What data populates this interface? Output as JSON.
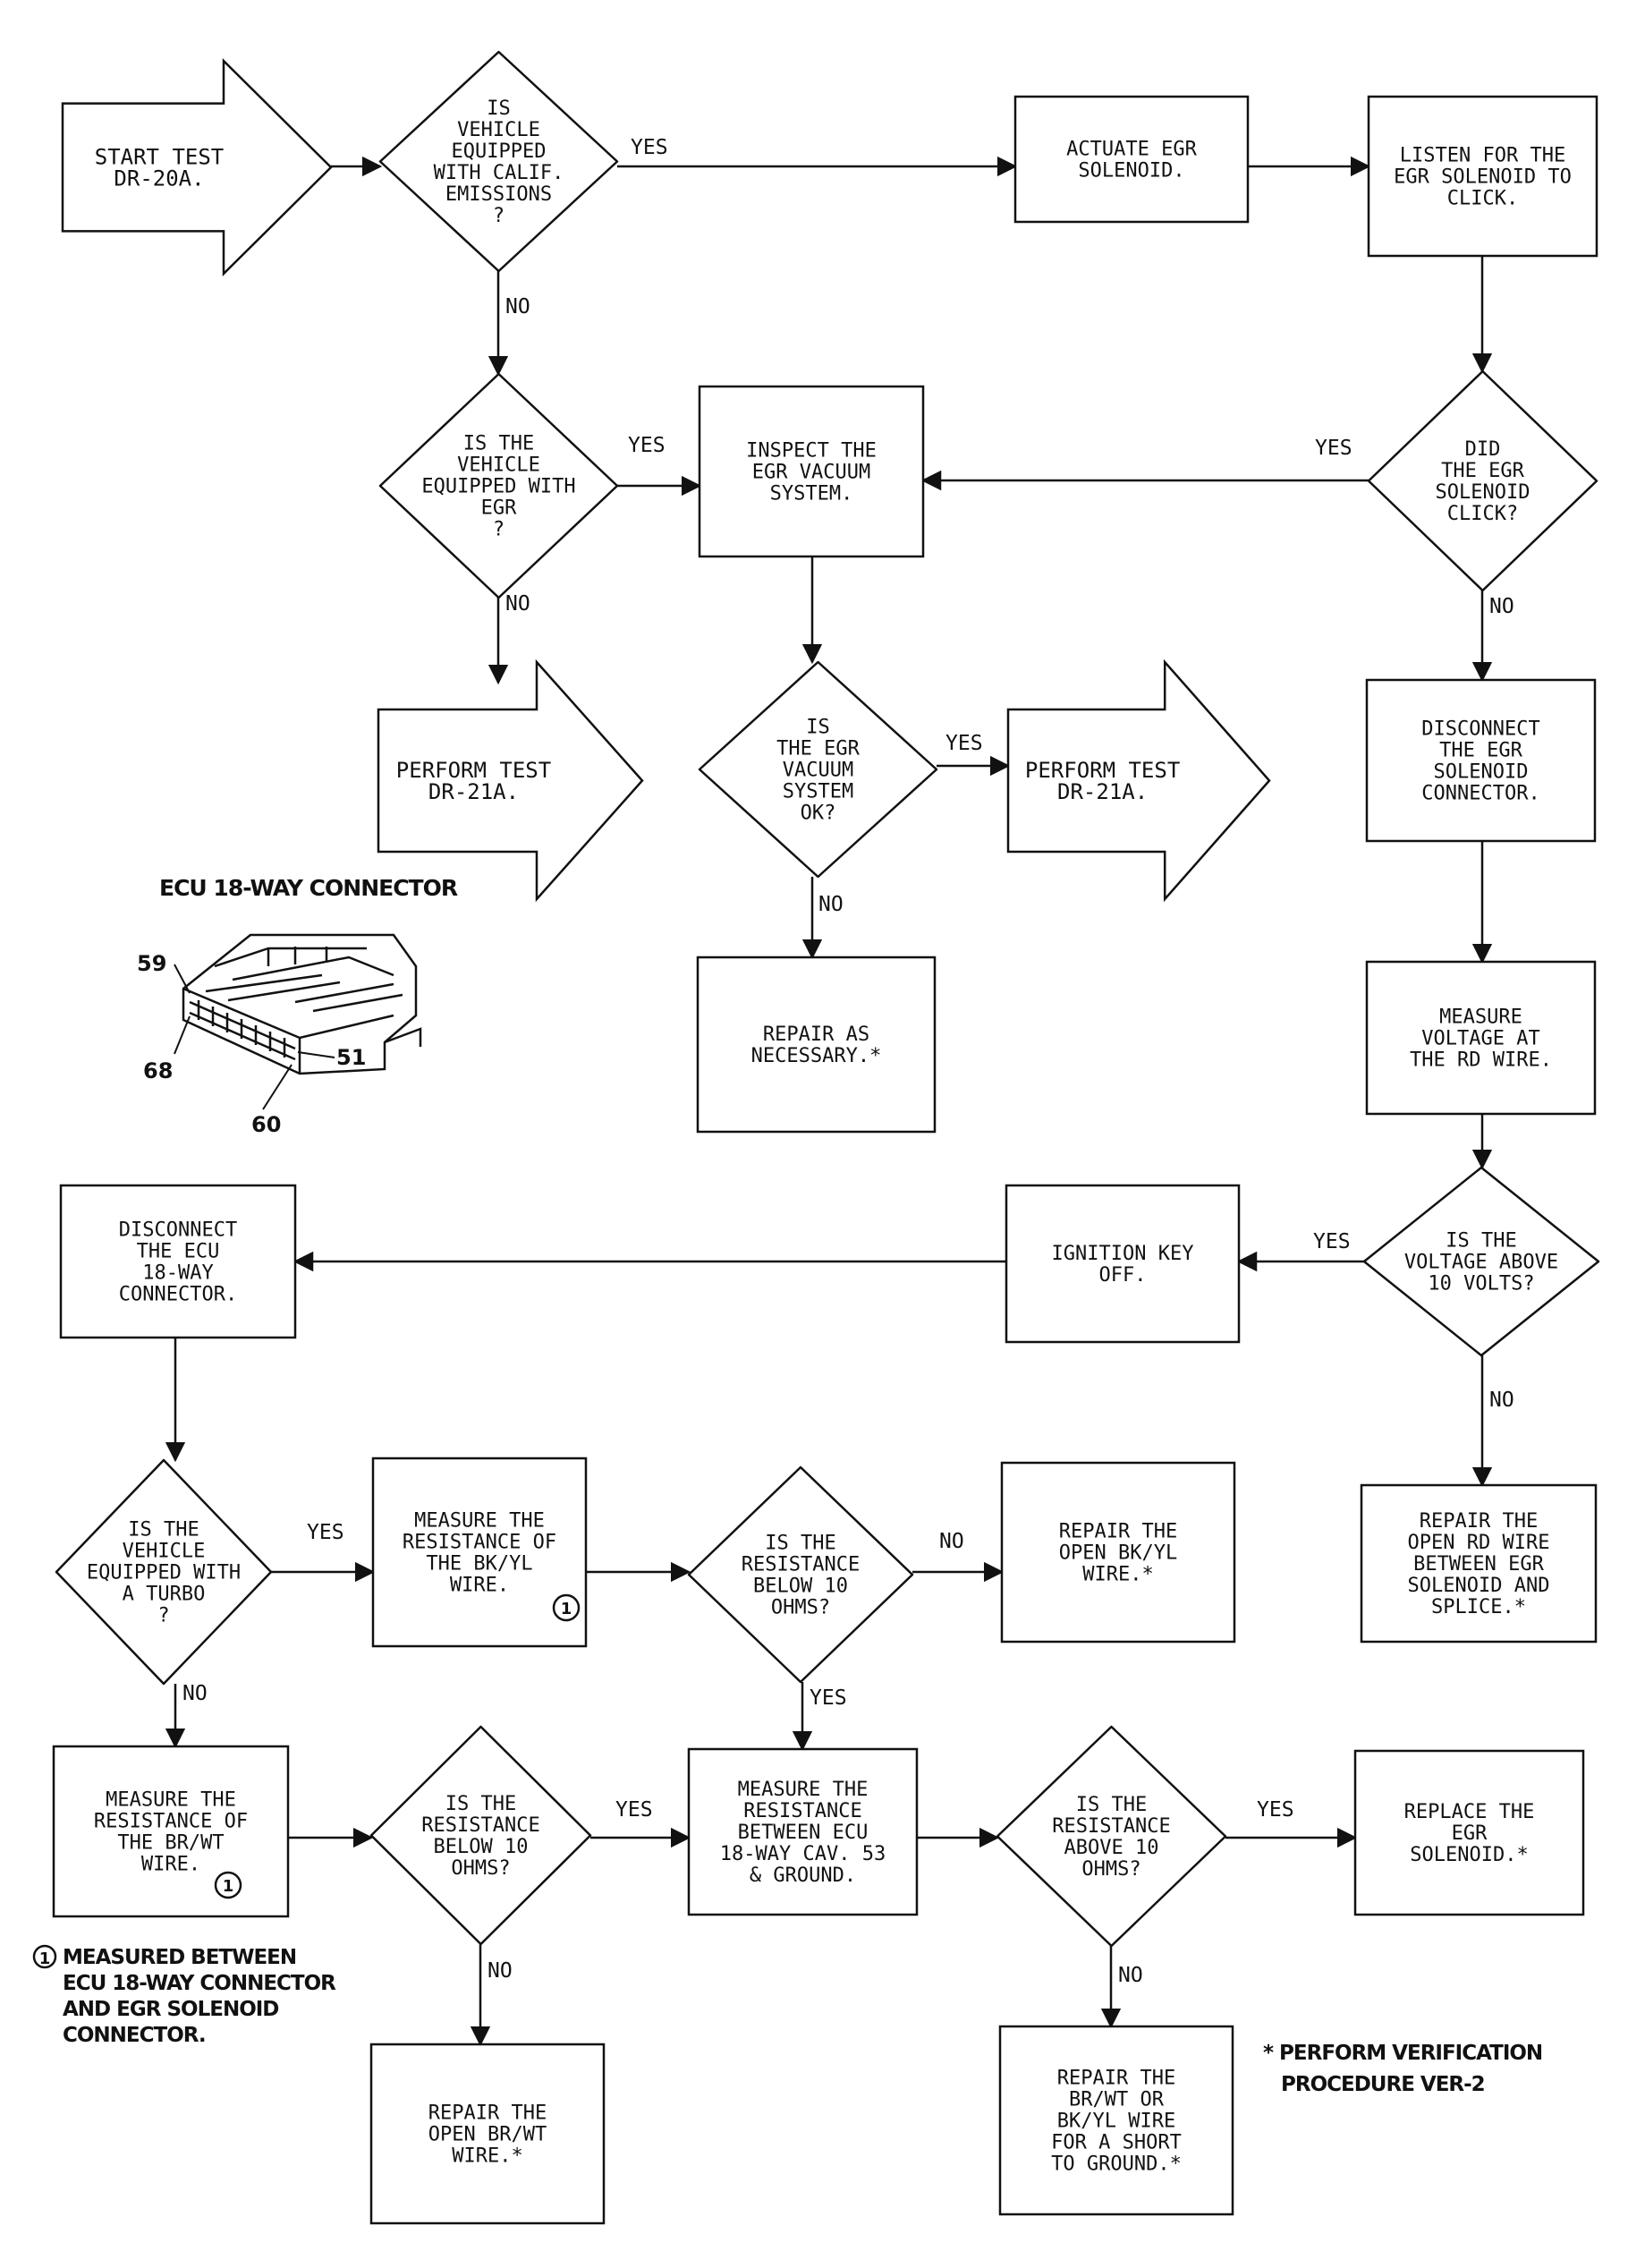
{
  "diagram": {
    "nodes": [
      {
        "id": "start",
        "shape": "arrow",
        "lines": [
          "START TEST",
          "DR-20A."
        ]
      },
      {
        "id": "d_calif",
        "shape": "diamond",
        "lines": [
          "IS",
          "VEHICLE",
          "EQUIPPED",
          "WITH CALIF.",
          "EMISSIONS",
          "?"
        ]
      },
      {
        "id": "actuate",
        "shape": "rect",
        "lines": [
          "ACTUATE EGR",
          "SOLENOID."
        ]
      },
      {
        "id": "listen",
        "shape": "rect",
        "lines": [
          "LISTEN FOR THE",
          "EGR SOLENOID TO",
          "CLICK."
        ]
      },
      {
        "id": "d_egr",
        "shape": "diamond",
        "lines": [
          "IS THE",
          "VEHICLE",
          "EQUIPPED WITH",
          "EGR",
          "?"
        ]
      },
      {
        "id": "inspect",
        "shape": "rect",
        "lines": [
          "INSPECT THE",
          "EGR VACUUM",
          "SYSTEM."
        ]
      },
      {
        "id": "d_click",
        "shape": "diamond",
        "lines": [
          "DID",
          "THE EGR",
          "SOLENOID",
          "CLICK?"
        ]
      },
      {
        "id": "perf21a_left",
        "shape": "arrow",
        "lines": [
          "PERFORM TEST",
          "DR-21A."
        ]
      },
      {
        "id": "d_vacok",
        "shape": "diamond",
        "lines": [
          "IS",
          "THE EGR",
          "VACUUM",
          "SYSTEM",
          "OK?"
        ]
      },
      {
        "id": "perf21a_right",
        "shape": "arrow",
        "lines": [
          "PERFORM TEST",
          "DR-21A."
        ]
      },
      {
        "id": "disc_egr",
        "shape": "rect",
        "lines": [
          "DISCONNECT",
          "THE EGR",
          "SOLENOID",
          "CONNECTOR."
        ]
      },
      {
        "id": "repair_nec",
        "shape": "rect",
        "lines": [
          "REPAIR AS",
          "NECESSARY.*"
        ]
      },
      {
        "id": "measure_rd",
        "shape": "rect",
        "lines": [
          "MEASURE",
          "VOLTAGE AT",
          "THE RD WIRE."
        ]
      },
      {
        "id": "disc_ecu",
        "shape": "rect",
        "lines": [
          "DISCONNECT",
          "THE ECU",
          "18-WAY",
          "CONNECTOR."
        ]
      },
      {
        "id": "ign_off",
        "shape": "rect",
        "lines": [
          "IGNITION KEY",
          "OFF."
        ]
      },
      {
        "id": "d_volt",
        "shape": "diamond",
        "lines": [
          "IS THE",
          "VOLTAGE ABOVE",
          "10 VOLTS?"
        ]
      },
      {
        "id": "repair_rd",
        "shape": "rect",
        "lines": [
          "REPAIR THE",
          "OPEN RD WIRE",
          "BETWEEN EGR",
          "SOLENOID AND",
          "SPLICE.*"
        ]
      },
      {
        "id": "d_turbo",
        "shape": "diamond",
        "lines": [
          "IS THE",
          "VEHICLE",
          "EQUIPPED WITH",
          "A TURBO",
          "?"
        ]
      },
      {
        "id": "meas_bkyl",
        "shape": "rect",
        "lines": [
          "MEASURE THE",
          "RESISTANCE OF",
          "THE BK/YL",
          "WIRE."
        ]
      },
      {
        "id": "d_res1",
        "shape": "diamond",
        "lines": [
          "IS THE",
          "RESISTANCE",
          "BELOW 10",
          "OHMS?"
        ]
      },
      {
        "id": "repair_bkyl",
        "shape": "rect",
        "lines": [
          "REPAIR THE",
          "OPEN BK/YL",
          "WIRE.*"
        ]
      },
      {
        "id": "meas_brwt",
        "shape": "rect",
        "lines": [
          "MEASURE THE",
          "RESISTANCE OF",
          "THE BR/WT",
          "WIRE."
        ]
      },
      {
        "id": "d_res2",
        "shape": "diamond",
        "lines": [
          "IS THE",
          "RESISTANCE",
          "BELOW 10",
          "OHMS?"
        ]
      },
      {
        "id": "meas_cav53",
        "shape": "rect",
        "lines": [
          "MEASURE THE",
          "RESISTANCE",
          "BETWEEN ECU",
          "18-WAY CAV. 53",
          "& GROUND."
        ]
      },
      {
        "id": "d_res3",
        "shape": "diamond",
        "lines": [
          "IS THE",
          "RESISTANCE",
          "ABOVE 10",
          "OHMS?"
        ]
      },
      {
        "id": "replace_egr",
        "shape": "rect",
        "lines": [
          "REPLACE THE",
          "EGR",
          "SOLENOID.*"
        ]
      },
      {
        "id": "repair_brwt",
        "shape": "rect",
        "lines": [
          "REPAIR THE",
          "OPEN BR/WT",
          "WIRE.*"
        ]
      },
      {
        "id": "repair_short",
        "shape": "rect",
        "lines": [
          "REPAIR THE",
          "BR/WT OR",
          "BK/YL WIRE",
          "FOR A SHORT",
          "TO GROUND.*"
        ]
      }
    ],
    "edges": [
      {
        "from": "start",
        "to": "d_calif",
        "label": ""
      },
      {
        "from": "d_calif",
        "to": "actuate",
        "label": "YES"
      },
      {
        "from": "actuate",
        "to": "listen",
        "label": ""
      },
      {
        "from": "d_calif",
        "to": "d_egr",
        "label": "NO"
      },
      {
        "from": "listen",
        "to": "d_click",
        "label": ""
      },
      {
        "from": "d_egr",
        "to": "inspect",
        "label": "YES"
      },
      {
        "from": "d_click",
        "to": "inspect",
        "label": "YES"
      },
      {
        "from": "d_egr",
        "to": "perf21a_left",
        "label": "NO"
      },
      {
        "from": "inspect",
        "to": "d_vacok",
        "label": ""
      },
      {
        "from": "d_vacok",
        "to": "perf21a_right",
        "label": "YES"
      },
      {
        "from": "d_vacok",
        "to": "repair_nec",
        "label": "NO"
      },
      {
        "from": "d_click",
        "to": "disc_egr",
        "label": "NO"
      },
      {
        "from": "disc_egr",
        "to": "measure_rd",
        "label": ""
      },
      {
        "from": "measure_rd",
        "to": "d_volt",
        "label": ""
      },
      {
        "from": "d_volt",
        "to": "ign_off",
        "label": "YES"
      },
      {
        "from": "ign_off",
        "to": "disc_ecu",
        "label": ""
      },
      {
        "from": "d_volt",
        "to": "repair_rd",
        "label": "NO"
      },
      {
        "from": "disc_ecu",
        "to": "d_turbo",
        "label": ""
      },
      {
        "from": "d_turbo",
        "to": "meas_bkyl",
        "label": "YES"
      },
      {
        "from": "meas_bkyl",
        "to": "d_res1",
        "label": ""
      },
      {
        "from": "d_res1",
        "to": "repair_bkyl",
        "label": "NO"
      },
      {
        "from": "d_turbo",
        "to": "meas_brwt",
        "label": "NO"
      },
      {
        "from": "d_res1",
        "to": "meas_cav53",
        "label": "YES"
      },
      {
        "from": "meas_brwt",
        "to": "d_res2",
        "label": ""
      },
      {
        "from": "d_res2",
        "to": "meas_cav53",
        "label": "YES"
      },
      {
        "from": "d_res2",
        "to": "repair_brwt",
        "label": "NO"
      },
      {
        "from": "meas_cav53",
        "to": "d_res3",
        "label": ""
      },
      {
        "from": "d_res3",
        "to": "replace_egr",
        "label": "YES"
      },
      {
        "from": "d_res3",
        "to": "repair_short",
        "label": "NO"
      }
    ],
    "connector": {
      "title": "ECU 18-WAY CONNECTOR",
      "pins": [
        "59",
        "68",
        "51",
        "60"
      ]
    },
    "footnotes": {
      "marker": "1",
      "measured_note": [
        "MEASURED BETWEEN",
        "ECU 18-WAY CONNECTOR",
        "AND EGR SOLENOID",
        "CONNECTOR."
      ],
      "verification_note": [
        "* PERFORM VERIFICATION",
        "PROCEDURE VER-2"
      ]
    }
  }
}
